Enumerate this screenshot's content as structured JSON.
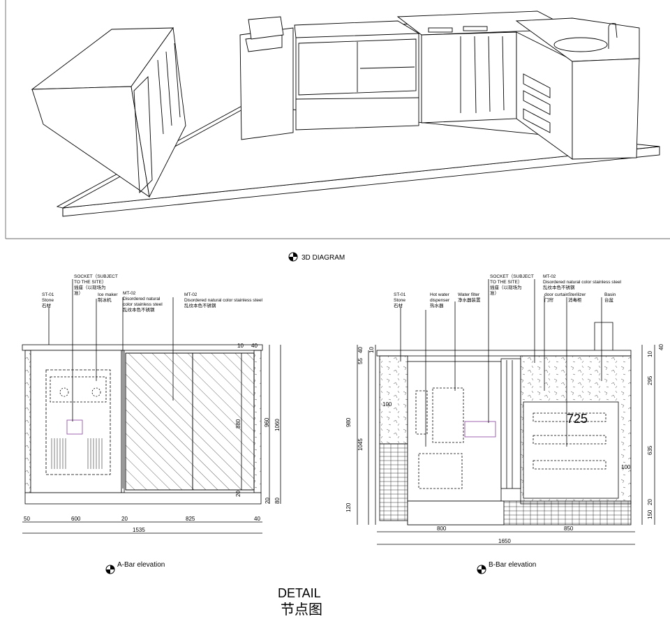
{
  "diagram_3d": {
    "caption": "3D DIAGRAM"
  },
  "elevation_a": {
    "caption": "A-Bar elevation",
    "callouts": {
      "stone_code": "ST-01",
      "stone_en": "Stone",
      "stone_cn": "石材",
      "socket_en_1": "SOCKET（SUBJECT",
      "socket_en_2": "TO THE SITE）",
      "socket_cn_1": "插座（以现场为",
      "socket_cn_2": "准）",
      "ice_en": "Ice maker",
      "ice_cn": "制冰机",
      "mt_left_code": "MT-02",
      "mt_left_en_1": "Disordered natural",
      "mt_left_en_2": "color stainless steel",
      "mt_left_cn": "乱纹本色不锈钢",
      "mt_right_code": "MT-02",
      "mt_right_en": "Disordered natural color stainless steel",
      "mt_right_cn": "乱纹本色不锈钢"
    },
    "dims": {
      "bottom": [
        "50",
        "600",
        "20",
        "825",
        "40"
      ],
      "total": "1535",
      "right_outer": "1060",
      "right_inner": "960",
      "inner_height": "880",
      "top_small": "10",
      "top_small2": "40",
      "bottom_a": "20",
      "bottom_b": "80",
      "bottom_c": "20"
    }
  },
  "elevation_b": {
    "caption": "B-Bar elevation",
    "callouts": {
      "stone_code": "ST-01",
      "stone_en": "Stone",
      "stone_cn": "石材",
      "hot_en_1": "Hot water",
      "hot_en_2": "dispenser",
      "hot_cn": "热水器",
      "filter_en": "Water filter",
      "filter_cn": "净水器装置",
      "socket_en_1": "SOCKET（SUBJECT",
      "socket_en_2": "TO THE SITE）",
      "socket_cn_1": "插座（以现场为",
      "socket_cn_2": "准）",
      "mt_code": "MT-02",
      "mt_en": "Disordered natural color stainless steel",
      "mt_cn": "乱纹本色不锈钢",
      "curtain_en": "door curtain",
      "curtain_cn": "门帘",
      "sterilizer_en": "Sterilizer",
      "sterilizer_cn": "消毒柜",
      "basin_en": "Basin",
      "basin_cn": "台盆"
    },
    "dims": {
      "left_40": "40",
      "left_10": "10",
      "left_55": "55",
      "left_980": "980",
      "left_1045": "1045",
      "left_120": "120",
      "inner_100a": "100",
      "center_725": "725",
      "inner_100b": "100",
      "right_40": "40",
      "right_10": "10",
      "right_295": "295",
      "right_635": "635",
      "right_20": "20",
      "right_150": "150",
      "bottom_800": "800",
      "bottom_850": "850",
      "total": "1650"
    }
  },
  "footer": {
    "title_en": "DETAIL",
    "title_cn": "节点图"
  }
}
